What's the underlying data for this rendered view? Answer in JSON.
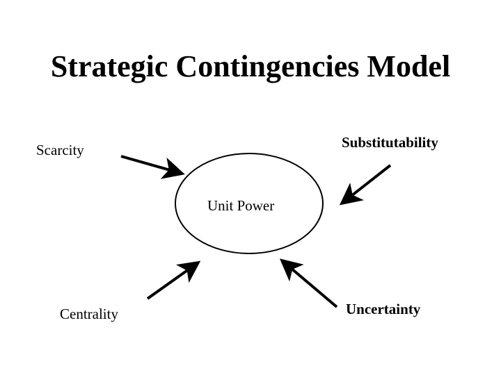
{
  "slide": {
    "title": "Strategic Contingencies Model",
    "center_label": "Unit Power",
    "factors": {
      "scarcity": "Scarcity",
      "substitutability": "Substitutability",
      "centrality": "Centrality",
      "uncertainty": "Uncertainty"
    }
  },
  "colors": {
    "background": "#ffffff",
    "ink": "#000000"
  }
}
